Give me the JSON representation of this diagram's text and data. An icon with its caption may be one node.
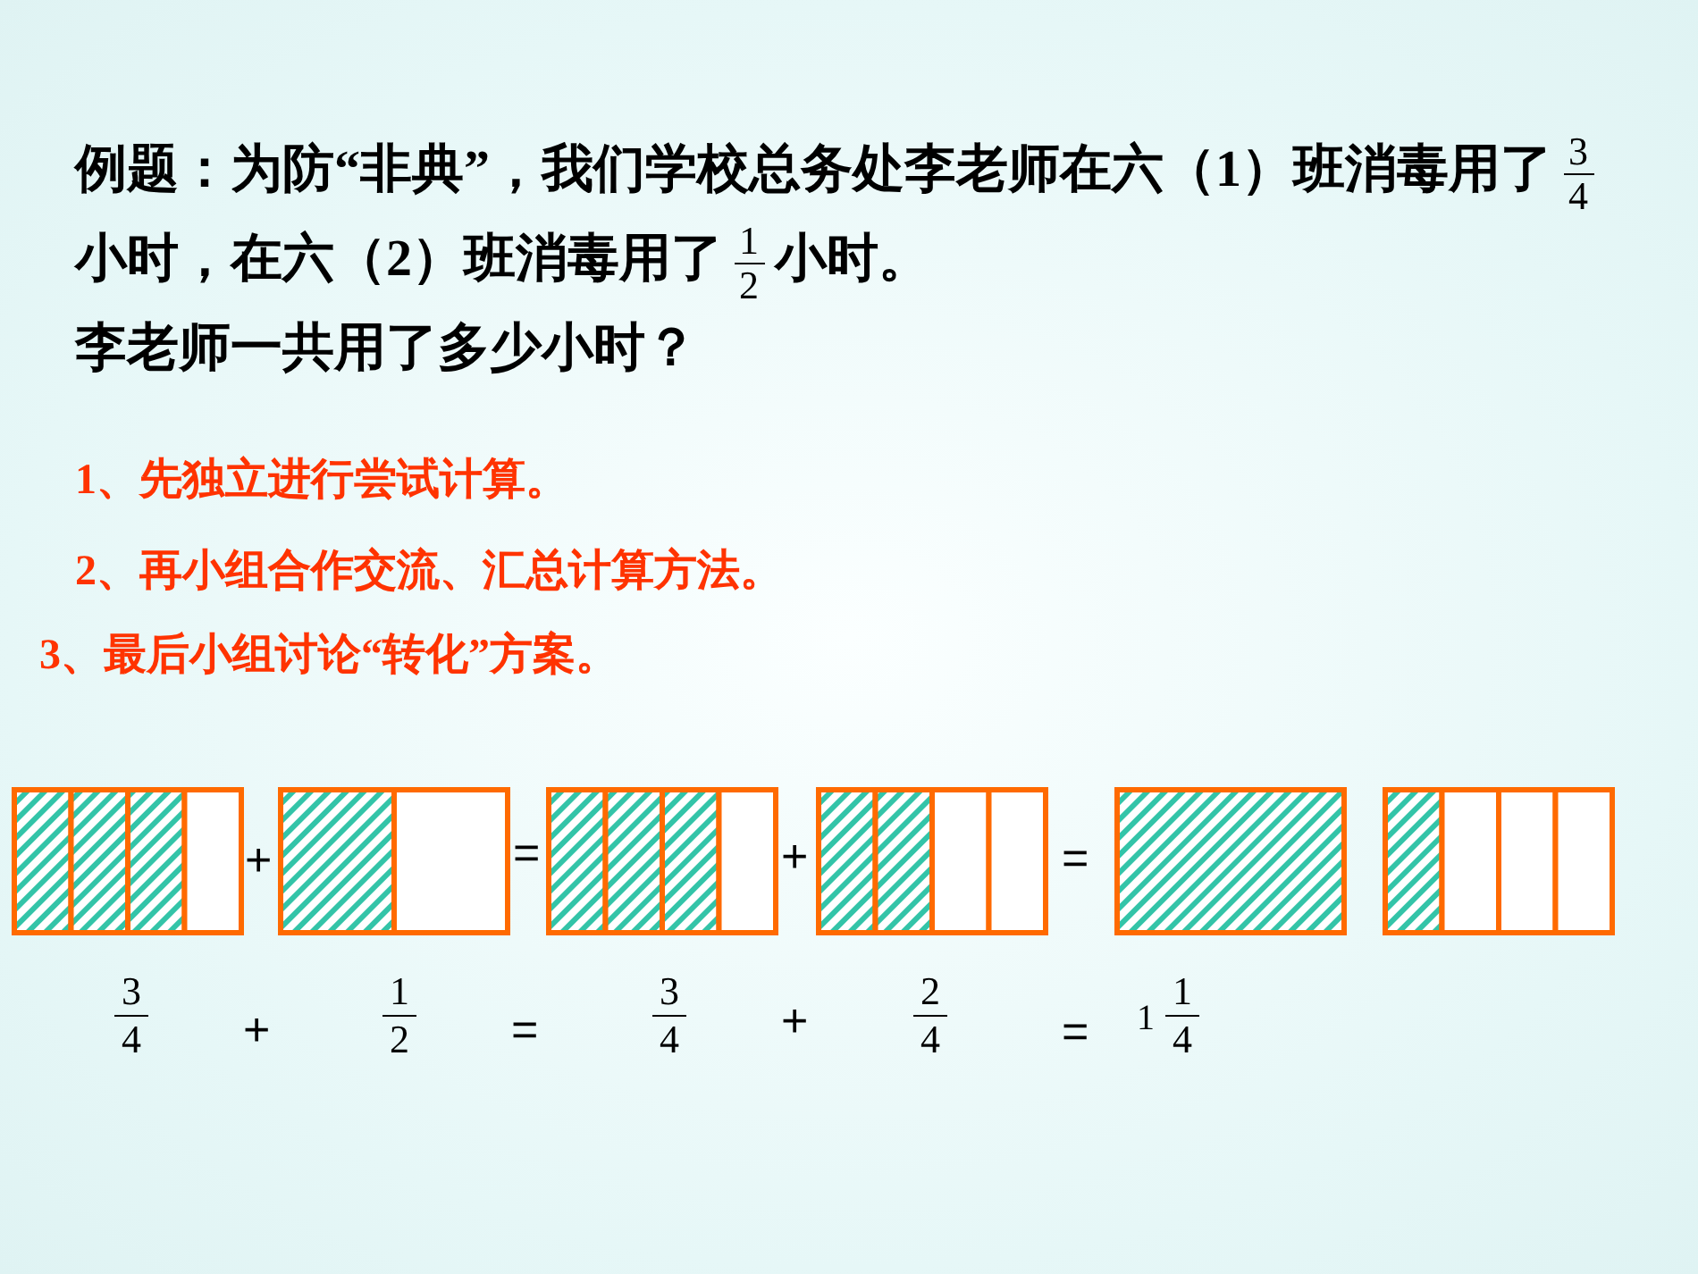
{
  "diagram": {
    "labels": [
      "例题：为防“非典”，我们学校总务处李老师在六（1）班消毒用了",
      "3",
      "4",
      "小时，在六（2）班消毒用了",
      "1",
      "2",
      "小时。",
      "李老师一共用了多少小时？",
      "1、先独立进行尝试计算。",
      "2、再小组合作交流、汇总计算方法。",
      "3、最后小组讨论“转化”方案。",
      "+",
      "=",
      "+",
      "=",
      "3",
      "4",
      "+",
      "1",
      "2",
      "=",
      "3",
      "4",
      "+",
      "2",
      "4",
      "=",
      "1",
      "1",
      "4"
    ]
  }
}
